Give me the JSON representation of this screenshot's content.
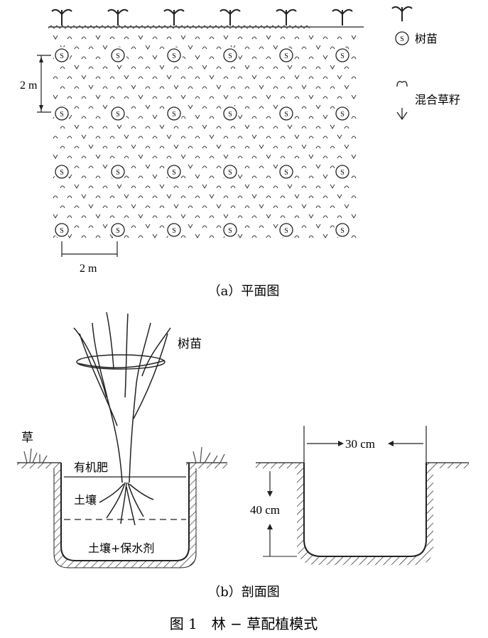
{
  "plan": {
    "legend": {
      "seedling": "树苗",
      "grass": "混合草籽"
    },
    "spacing_v": "2 m",
    "spacing_h": "2 m",
    "caption": "（a）平面图",
    "seedling_symbol": "S",
    "rows": 4,
    "cols": 6
  },
  "section": {
    "seedling": "树苗",
    "grass": "草",
    "layer_organic": "有机肥",
    "layer_soil": "土壤",
    "layer_bottom": "土壤+保水剂",
    "width": "30 cm",
    "depth": "40 cm",
    "caption": "（b）剖面图"
  },
  "figure_caption": "图 1　林 − 草配植模式"
}
